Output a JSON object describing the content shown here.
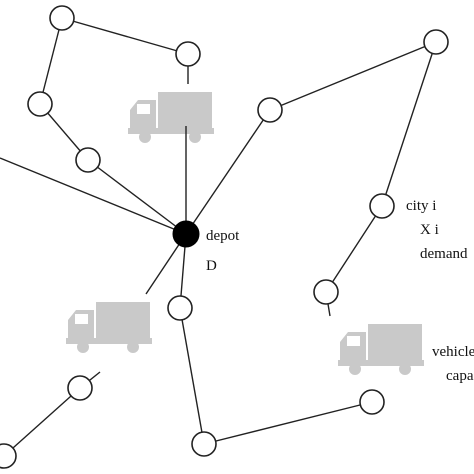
{
  "depot": {
    "label": "depot",
    "symbol": "D"
  },
  "city": {
    "label": "city i",
    "demand_var": "X i",
    "demand_label": "demand"
  },
  "vehicle": {
    "label": "vehicle",
    "capacity_label": "capacity"
  },
  "colors": {
    "depot": "#000000",
    "city_fill": "#ffffff",
    "edge": "#222222",
    "truck": "#c9c9c9"
  },
  "icons": [
    "truck-icon"
  ]
}
